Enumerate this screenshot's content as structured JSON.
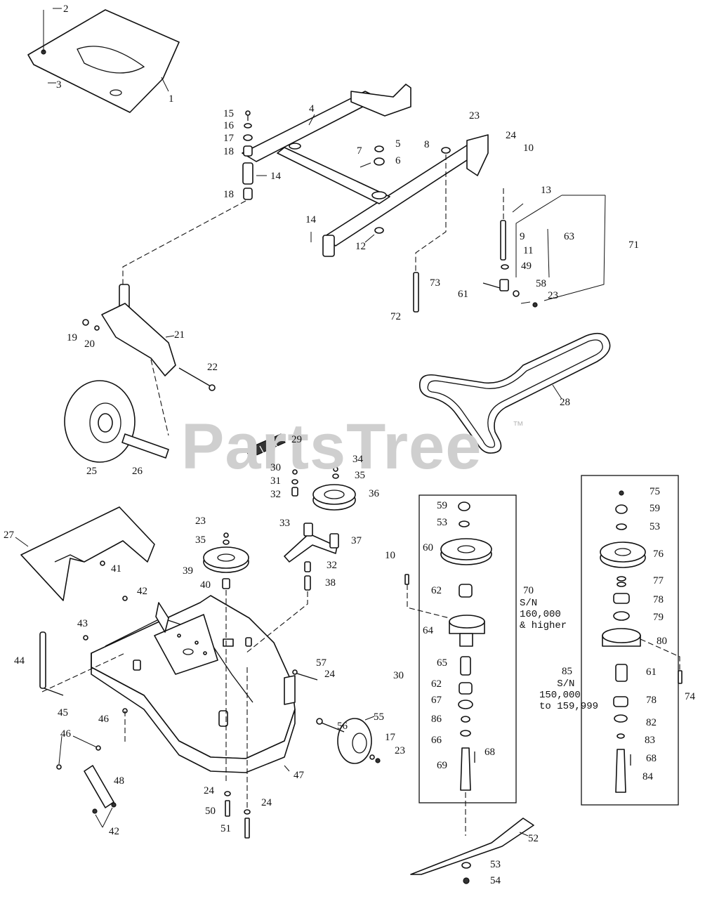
{
  "watermark": {
    "text": "PartsTree",
    "trademark": "™"
  },
  "labels": {
    "l1": "1",
    "l2": "2",
    "l3": "3",
    "l4": "4",
    "l5": "5",
    "l6": "6",
    "l7": "7",
    "l8": "8",
    "l9": "9",
    "l10a": "10",
    "l10b": "10",
    "l11": "11",
    "l12": "12",
    "l13": "13",
    "l14a": "14",
    "l14b": "14",
    "l15": "15",
    "l16": "16",
    "l17a": "17",
    "l17b": "17",
    "l18a": "18",
    "l18b": "18",
    "l19": "19",
    "l20": "20",
    "l21": "21",
    "l22": "22",
    "l23a": "23",
    "l23b": "23",
    "l23c": "23",
    "l23d": "23",
    "l24a": "24",
    "l24b": "24",
    "l24c": "24",
    "l24d": "24",
    "l25": "25",
    "l26": "26",
    "l27": "27",
    "l28": "28",
    "l29": "29",
    "l30a": "30",
    "l30b": "30",
    "l31": "31",
    "l32a": "32",
    "l32b": "32",
    "l33": "33",
    "l34": "34",
    "l35a": "35",
    "l35b": "35",
    "l36": "36",
    "l37": "37",
    "l38": "38",
    "l39": "39",
    "l40": "40",
    "l41": "41",
    "l42a": "42",
    "l42b": "42",
    "l43": "43",
    "l44": "44",
    "l45": "45",
    "l46a": "46",
    "l46b": "46",
    "l47": "47",
    "l48": "48",
    "l49": "49",
    "l50": "50",
    "l51": "51",
    "l52": "52",
    "l53a": "53",
    "l53b": "53",
    "l53c": "53",
    "l54": "54",
    "l55": "55",
    "l56": "56",
    "l57": "57",
    "l58": "58",
    "l59a": "59",
    "l59b": "59",
    "l60": "60",
    "l61a": "61",
    "l61b": "61",
    "l62a": "62",
    "l62b": "62",
    "l63": "63",
    "l64": "64",
    "l65": "65",
    "l66": "66",
    "l67": "67",
    "l68a": "68",
    "l68b": "68",
    "l69": "69",
    "l70": "70",
    "l71": "71",
    "l72": "72",
    "l73": "73",
    "l74": "74",
    "l75": "75",
    "l76": "76",
    "l77": "77",
    "l78a": "78",
    "l78b": "78",
    "l79": "79",
    "l80": "80",
    "l82": "82",
    "l83": "83",
    "l84": "84",
    "l85": "85",
    "l86": "86"
  },
  "notes": {
    "sn_70": "S/N\n160,000\n& higher",
    "sn_85": "   S/N\n150,000\nto 159,999"
  }
}
